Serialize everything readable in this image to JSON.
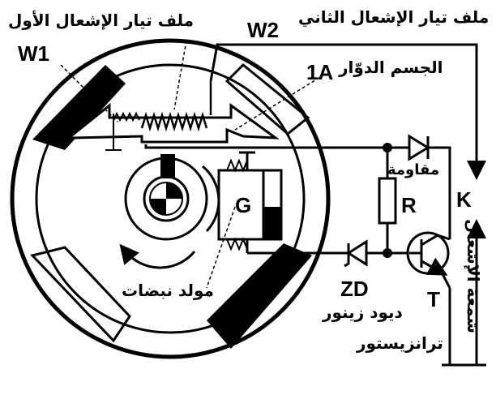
{
  "labels": {
    "primary_coil_ar": "ملف تيار الإشعال الأول",
    "w1": "W1",
    "w2": "W2",
    "secondary_coil_ar": "ملف تيار الإشعال الثاني",
    "rotor_1a": "1A",
    "rotor_ar": "الجسم الدوّار",
    "resistor_ar": "مقاومة",
    "resistor_r": "R",
    "k": "K",
    "spark_plug_ar": "شمعة الإشعال",
    "generator_g": "G",
    "pulse_gen_ar": "مولد نبضات",
    "zd": "ZD",
    "zener_ar": "ديود زينور",
    "t": "T",
    "transistor_ar": "ترانزيستور"
  },
  "colors": {
    "ink": "#000000",
    "paper": "#ffffff"
  }
}
